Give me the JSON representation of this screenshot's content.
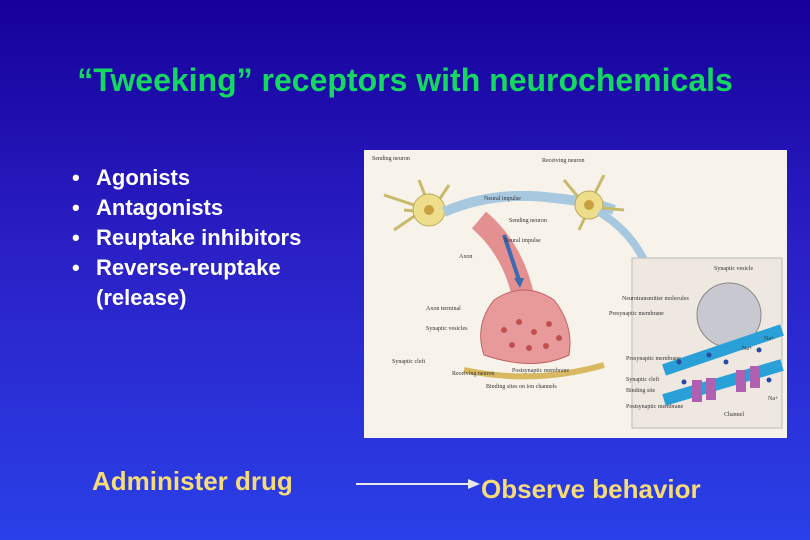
{
  "title": "“Tweeking” receptors with neurochemicals",
  "bullets": [
    "Agonists",
    "Antagonists",
    "Reuptake inhibitors",
    "Reverse-reuptake (release)"
  ],
  "figure": {
    "labels": {
      "sending_neuron": "Sending neuron",
      "receiving_neuron_top": "Receiving neuron",
      "neural_impulse_top": "Neural impulse",
      "sending_neuron_2": "Sending neuron",
      "neural_impulse": "Neural impulse",
      "axon": "Axon",
      "synaptic_vesicle": "Synaptic vesicle",
      "neurotransmitter_molecules": "Neurotransmitter molecules",
      "presynaptic_membrane_1": "Presynaptic membrane",
      "axon_terminal": "Axon terminal",
      "synaptic_vesicles": "Synaptic vesicles",
      "synaptic_cleft_left": "Synaptic cleft",
      "receiving_neuron": "Receiving neuron",
      "postsynaptic_membrane_1": "Postsynaptic membrane",
      "binding_sites": "Binding sites on ion channels",
      "presynaptic_membrane_2": "Presynaptic membrane",
      "synaptic_cleft": "Synaptic cleft",
      "binding_site": "Binding site",
      "postsynaptic_membrane_2": "Postsynaptic membrane",
      "channel": "Channel",
      "na1": "Na+",
      "na2": "Na+",
      "na3": "Na+"
    }
  },
  "bottom": {
    "left": "Administer drug",
    "right": "Observe behavior"
  },
  "colors": {
    "title": "#14d860",
    "bullet_text": "#ffffff",
    "bottom_text": "#f5dc78",
    "arrow": "#e8e8e8"
  }
}
